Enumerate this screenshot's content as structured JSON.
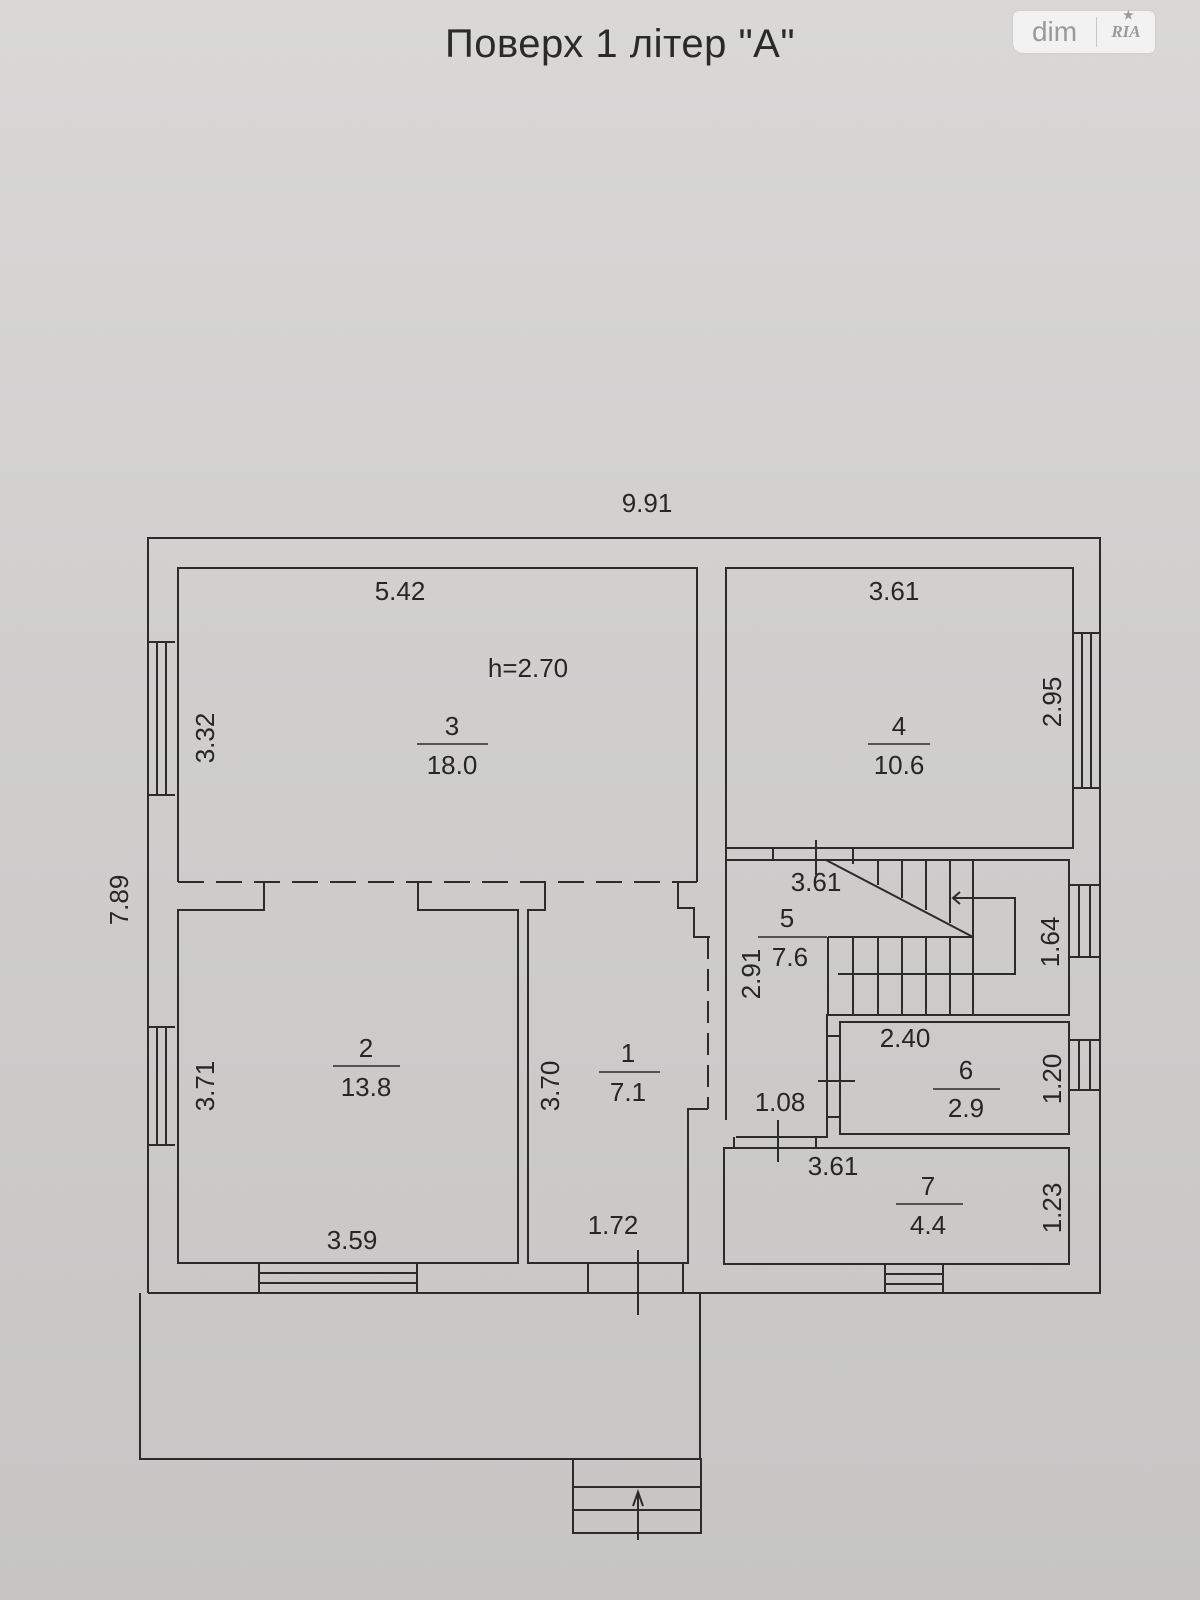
{
  "header": {
    "title": "Поверх 1 літер \"А\"",
    "watermark": {
      "left": "dim",
      "right": "RIA"
    }
  },
  "overall_dimensions": {
    "width": "9.91",
    "depth": "7.89"
  },
  "ceiling_height": "h=2.70",
  "rooms": [
    {
      "number": "1",
      "area": "7.1",
      "dims": [
        "3.70",
        "1.72"
      ]
    },
    {
      "number": "2",
      "area": "13.8",
      "dims": [
        "3.71",
        "3.59"
      ]
    },
    {
      "number": "3",
      "area": "18.0",
      "dims": [
        "5.42",
        "3.32"
      ]
    },
    {
      "number": "4",
      "area": "10.6",
      "dims": [
        "3.61",
        "2.95"
      ]
    },
    {
      "number": "5",
      "area": "7.6",
      "dims": [
        "3.61",
        "2.91",
        "1.64",
        "1.08"
      ]
    },
    {
      "number": "6",
      "area": "2.9",
      "dims": [
        "2.40",
        "1.20"
      ]
    },
    {
      "number": "7",
      "area": "4.4",
      "dims": [
        "3.61",
        "1.23"
      ]
    }
  ],
  "colors": {
    "line": "#2b2b2b",
    "paper": "#d2d1d0",
    "text": "#262626"
  }
}
